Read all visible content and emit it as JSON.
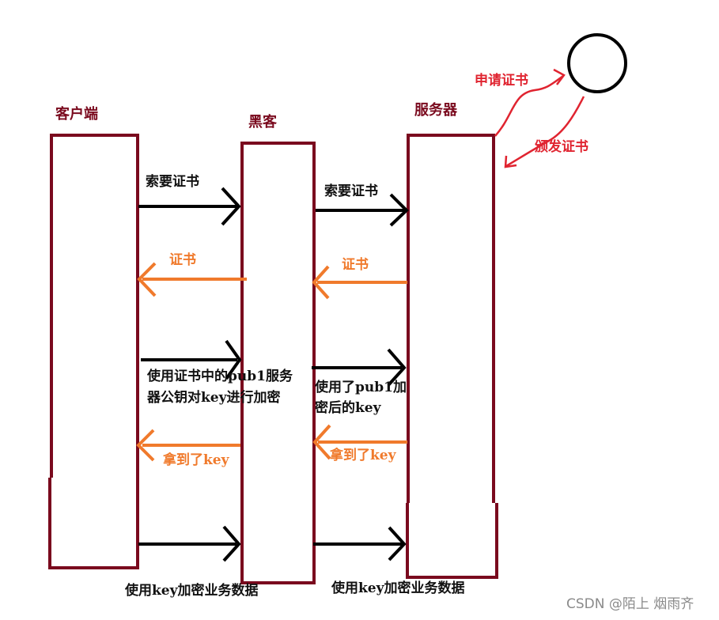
{
  "participants": {
    "client": "客户端",
    "hacker": "黑客",
    "server": "服务器"
  },
  "ca": {
    "request": "申请证书",
    "issue": "颁发证书"
  },
  "messages": {
    "client_request": "索要证书",
    "hacker_request": "索要证书",
    "hacker_cert": "证书",
    "server_cert": "证书",
    "client_encrypt": "使用证书中的pub1服务器公钥对key进行加密",
    "hacker_forward": "使用了pub1加密后的key",
    "hacker_got_key": "拿到了key",
    "server_got_key": "拿到了key",
    "client_data": "使用key加密业务数据",
    "hacker_data": "使用key加密业务数据"
  },
  "watermark": "CSDN @陌上 烟雨齐",
  "colors": {
    "box": "#7a0a1e",
    "black_arrow": "#000000",
    "orange_arrow": "#f07a2c",
    "red_annotation": "#e02430"
  }
}
